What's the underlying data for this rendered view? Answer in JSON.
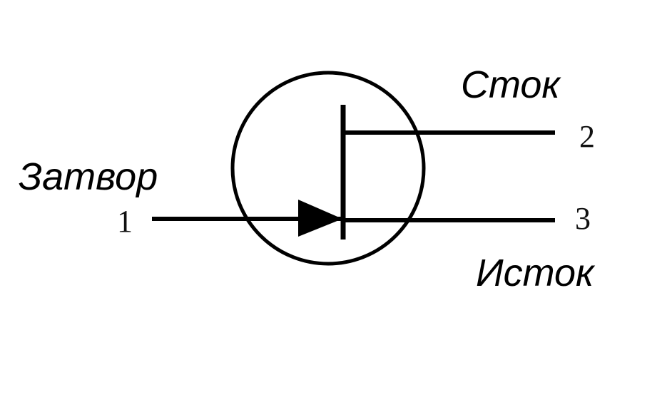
{
  "diagram": {
    "labels": {
      "gate": "Затвор",
      "drain": "Сток",
      "source": "Исток"
    },
    "pins": {
      "gate": "1",
      "drain": "2",
      "source": "3"
    },
    "colors": {
      "stroke": "#000000",
      "background": "#ffffff"
    }
  }
}
